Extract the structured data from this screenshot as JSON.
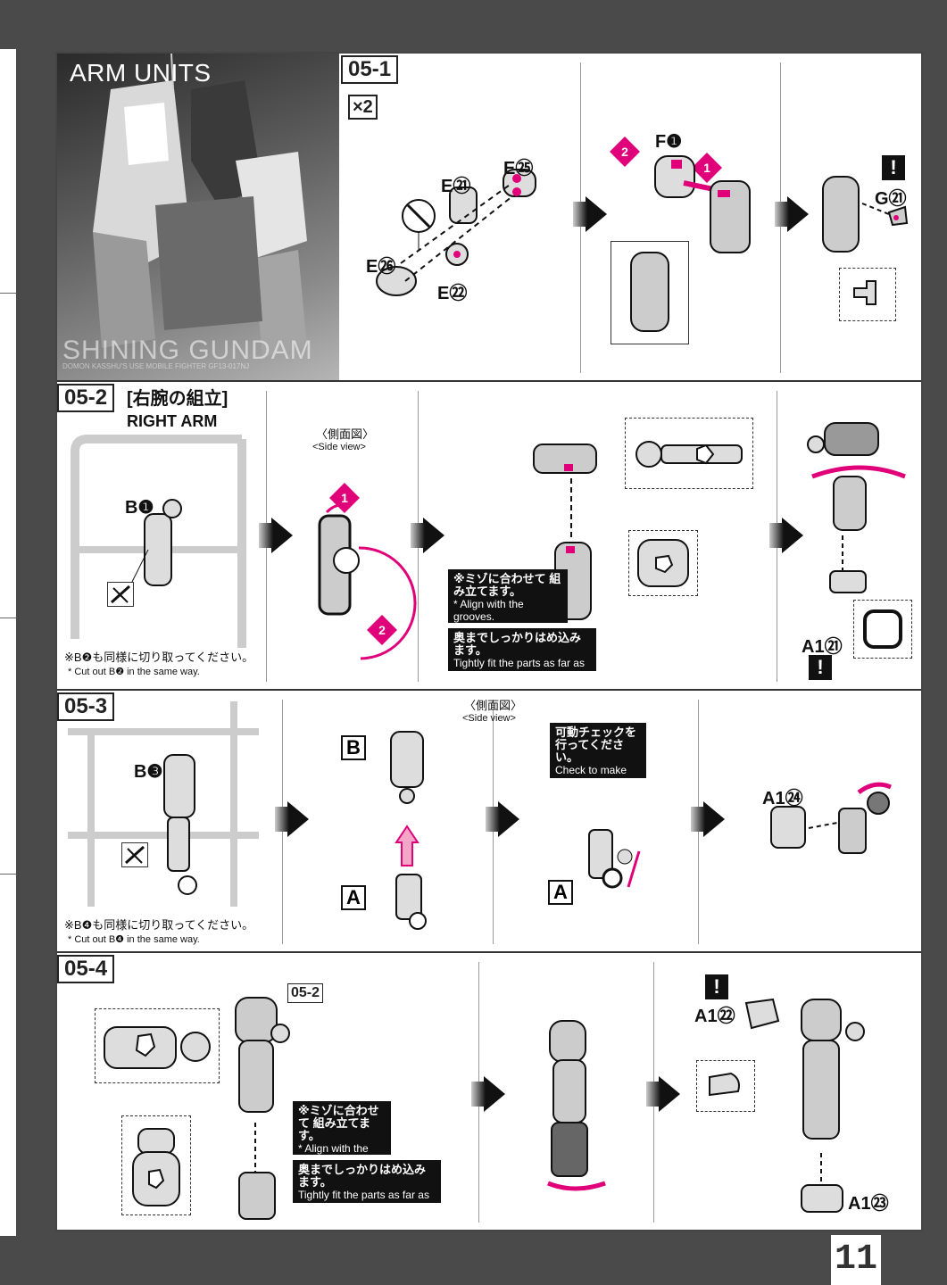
{
  "page": {
    "number": "11"
  },
  "hero": {
    "title": "ARM UNITS",
    "name": "SHINING GUNDAM",
    "subtitle": "DOMON KASSHU'S USE MOBILE FIGHTER GF13-017NJ"
  },
  "step_05_1": {
    "label": "05-1",
    "multiplier": "×2",
    "parts": {
      "e21": "E㉑",
      "e25": "E㉕",
      "e26": "E㉖",
      "e22": "E㉒",
      "f1": "F❶",
      "g21": "G㉑"
    },
    "badges": [
      "2",
      "1"
    ]
  },
  "step_05_2": {
    "label": "05-2",
    "title_jp": "[右腕の組立]",
    "title_en": "RIGHT ARM",
    "side_view_jp": "〈側面図〉",
    "side_view_en": "<Side view>",
    "part_b1": "B❶",
    "part_a121": "A1㉑",
    "note_jp": "※B❷も同様に切り取ってください。",
    "note_en": "* Cut out  B❷  in the same way.",
    "groove_jp": "※ミゾに合わせて 組み立てます。",
    "groove_en": "* Align with the grooves.",
    "tight_jp": "奥までしっかりはめ込みます。",
    "tight_en": "Tightly fit the parts as far as they will go.",
    "badges": [
      "1",
      "2"
    ]
  },
  "step_05_3": {
    "label": "05-3",
    "side_view_jp": "〈側面図〉",
    "side_view_en": "<Side view>",
    "part_b3": "B❸",
    "part_a124": "A1㉔",
    "letter_b": "B",
    "letter_a": "A",
    "letter_a2": "A",
    "check_jp": "可動チェックを 行ってください。",
    "check_en": "Check to make sure it moves.",
    "note_jp": "※B❹も同様に切り取ってください。",
    "note_en": "* Cut out  B❹  in the same way."
  },
  "step_05_4": {
    "label": "05-4",
    "ref_label": "05-2",
    "part_a122": "A1㉒",
    "part_a123": "A1㉓",
    "groove_jp": "※ミゾに合わせて 組み立てます。",
    "groove_en": "* Align with the grooves.",
    "tight_jp": "奥までしっかりはめ込みます。",
    "tight_en": "Tightly fit the parts as far as they will go."
  },
  "colors": {
    "accent": "#e0007a",
    "ink": "#111111",
    "panel": "#ffffff",
    "bg": "#4a4a4a"
  }
}
